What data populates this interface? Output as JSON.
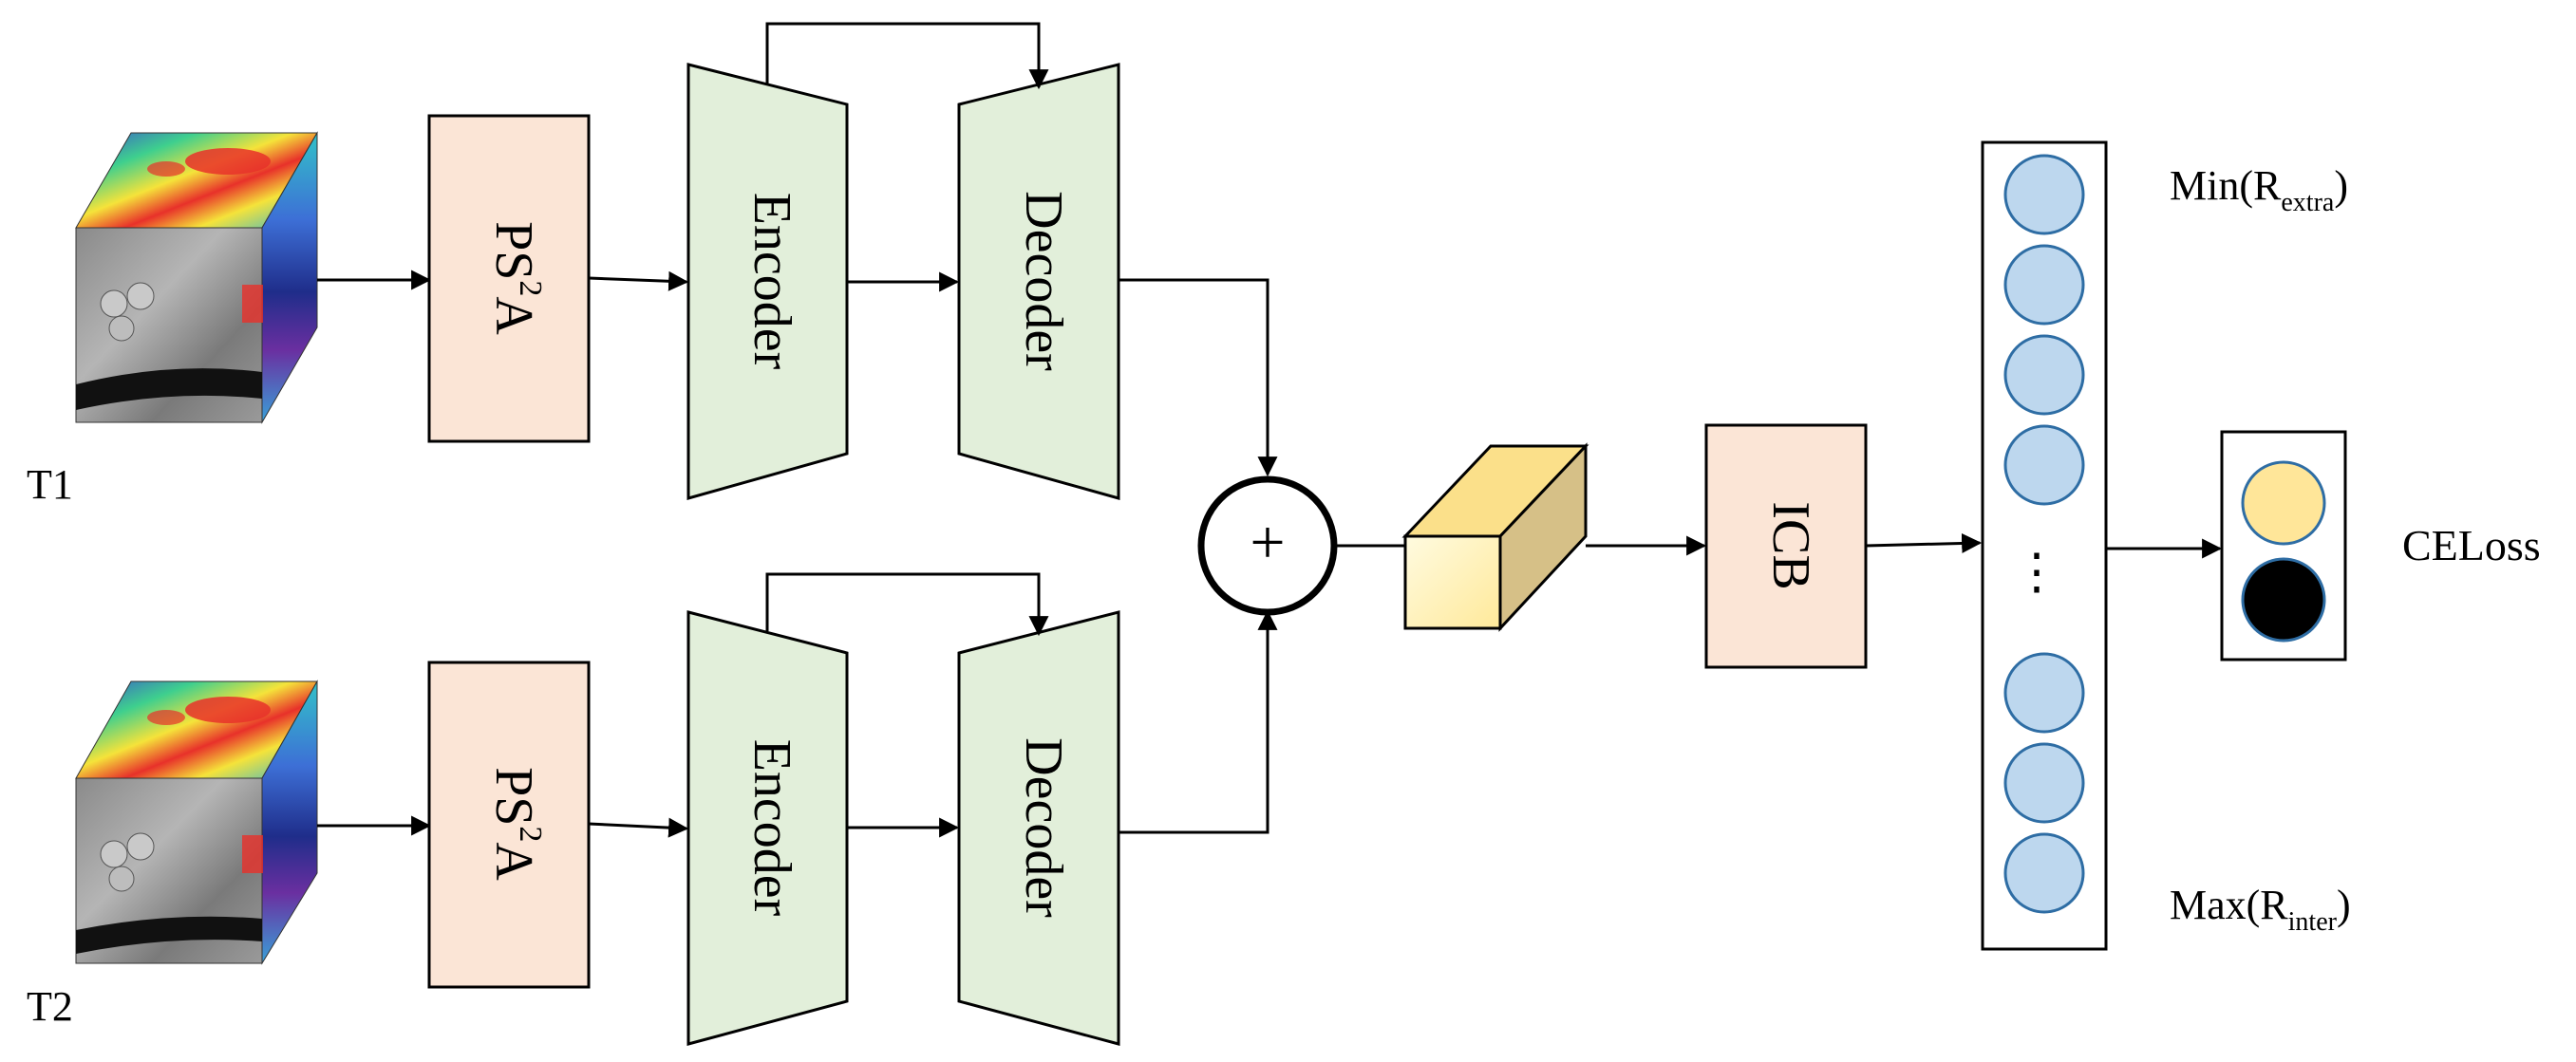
{
  "inputs": [
    {
      "label": "T1"
    },
    {
      "label": "T2"
    }
  ],
  "branch": {
    "attention_label": "PS",
    "attention_sup": "2",
    "attention_suffix": "A",
    "encoder_label": "Encoder",
    "decoder_label": "Decoder"
  },
  "fusion_symbol": "+",
  "icb_label": "ICB",
  "embedding": {
    "top_label_prefix": "Min(R",
    "top_label_sub": "extra",
    "top_label_suffix": ")",
    "bottom_label_prefix": "Max(R",
    "bottom_label_sub": "inter",
    "bottom_label_suffix": ")",
    "ellipsis": "⋮",
    "node_fill": "#bdd7ee",
    "node_stroke": "#2e6da4"
  },
  "output": {
    "loss_label": "CELoss",
    "class_colors": [
      "#ffe699",
      "#000000"
    ],
    "class_stroke": "#2e6da4"
  },
  "colors": {
    "attention_fill": "#fbe5d6",
    "encdec_fill": "#e2efda",
    "feature_front": "#fff2b3",
    "feature_top": "#fbe08a",
    "feature_side": "#d6c087"
  }
}
